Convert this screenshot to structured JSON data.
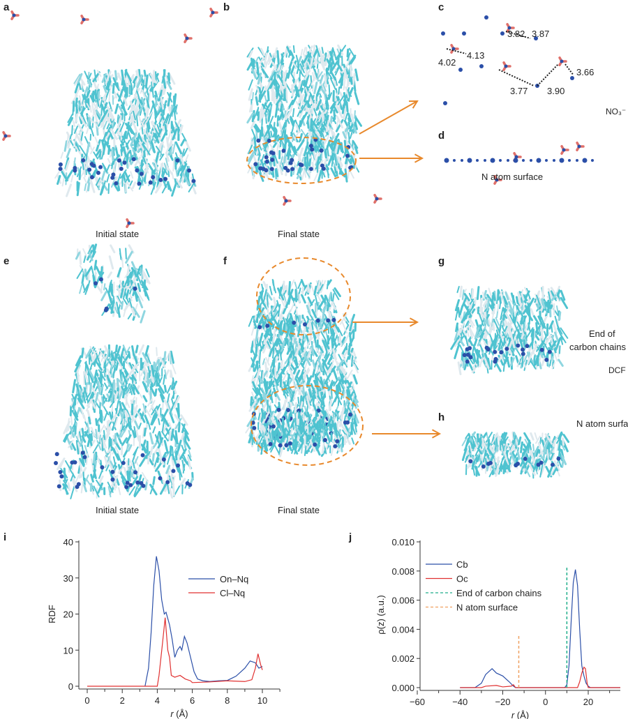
{
  "panels": {
    "a": "a",
    "b": "b",
    "c": "c",
    "d": "d",
    "e": "e",
    "f": "f",
    "g": "g",
    "h": "h",
    "i": "i",
    "j": "j"
  },
  "labels": {
    "initial_state_top": "Initial state",
    "final_state_top": "Final state",
    "initial_state_bottom": "Initial state",
    "final_state_bottom": "Final state",
    "d_label": "N atom surface",
    "no3": "NO₃⁻",
    "g_label_1": "End of",
    "g_label_2": "carbon chains",
    "dcf": "DCF",
    "h_label": "N atom surface"
  },
  "distances": [
    "3.82",
    "3.87",
    "4.02",
    "4.13",
    "3.66",
    "3.77",
    "3.90"
  ],
  "colors": {
    "orange": "#e8892c",
    "blue": "#2b4fa8",
    "red": "#e03030",
    "teal": "#1fae8a",
    "cyan": "#4fc3d0"
  },
  "chart_data": [
    {
      "type": "line",
      "panel": "i",
      "xlabel": "r (Å)",
      "ylabel": "RDF",
      "xlim": [
        0,
        11
      ],
      "ylim": [
        0,
        40
      ],
      "xticks": [
        "0",
        "2",
        "4",
        "6",
        "8",
        "10"
      ],
      "yticks": [
        "0",
        "10",
        "20",
        "30",
        "40"
      ],
      "legend": "top-right",
      "series": [
        {
          "name": "On–Nq",
          "color": "#2b4fa8",
          "points": [
            [
              3.3,
              0
            ],
            [
              3.5,
              5
            ],
            [
              3.65,
              15
            ],
            [
              3.8,
              28
            ],
            [
              3.95,
              36
            ],
            [
              4.1,
              32
            ],
            [
              4.25,
              24
            ],
            [
              4.4,
              20
            ],
            [
              4.5,
              20.5
            ],
            [
              4.7,
              17
            ],
            [
              4.85,
              13
            ],
            [
              5.0,
              8
            ],
            [
              5.15,
              10
            ],
            [
              5.3,
              11
            ],
            [
              5.4,
              10
            ],
            [
              5.55,
              13.8
            ],
            [
              5.7,
              12
            ],
            [
              5.9,
              8
            ],
            [
              6.1,
              4
            ],
            [
              6.3,
              2
            ],
            [
              6.6,
              1.5
            ],
            [
              7,
              1.3
            ],
            [
              7.5,
              1.5
            ],
            [
              8,
              1.6
            ],
            [
              8.5,
              2.8
            ],
            [
              9,
              5
            ],
            [
              9.3,
              7
            ],
            [
              9.6,
              6.5
            ],
            [
              9.8,
              5
            ],
            [
              10,
              5.5
            ]
          ]
        },
        {
          "name": "Cl–Nq",
          "color": "#e03030",
          "points": [
            [
              0,
              0
            ],
            [
              4.0,
              0
            ],
            [
              4.1,
              3
            ],
            [
              4.3,
              12
            ],
            [
              4.45,
              19
            ],
            [
              4.6,
              10
            ],
            [
              4.7,
              8
            ],
            [
              4.8,
              3
            ],
            [
              5,
              2.5
            ],
            [
              5.3,
              3
            ],
            [
              5.6,
              2
            ],
            [
              5.9,
              1.5
            ],
            [
              6,
              1
            ],
            [
              7,
              1.2
            ],
            [
              8,
              1.5
            ],
            [
              9,
              1.3
            ],
            [
              9.4,
              1.8
            ],
            [
              9.6,
              5
            ],
            [
              9.75,
              9
            ],
            [
              9.9,
              6
            ],
            [
              10,
              4.5
            ]
          ]
        }
      ]
    },
    {
      "type": "line",
      "panel": "j",
      "xlabel": "r (Å)",
      "ylabel": "ρ(z) (a.u.)",
      "xlim": [
        -60,
        35
      ],
      "ylim": [
        0,
        0.01
      ],
      "xticks": [
        "−60",
        "−40",
        "−20",
        "0",
        "20"
      ],
      "yticks": [
        "0.000",
        "0.002",
        "0.004",
        "0.006",
        "0.008",
        "0.010"
      ],
      "legend": "top-left",
      "series": [
        {
          "name": "Cb",
          "color": "#2b4fa8",
          "points": [
            [
              -40,
              0
            ],
            [
              -33,
              0
            ],
            [
              -30,
              0.0003
            ],
            [
              -28,
              0.0009
            ],
            [
              -25,
              0.0013
            ],
            [
              -23,
              0.001
            ],
            [
              -20,
              0.0008
            ],
            [
              -17,
              0.0004
            ],
            [
              -15,
              0.0001
            ],
            [
              -14,
              0
            ],
            [
              9,
              0
            ],
            [
              10,
              0.0002
            ],
            [
              11,
              0.0015
            ],
            [
              12,
              0.0045
            ],
            [
              13,
              0.0072
            ],
            [
              14,
              0.0081
            ],
            [
              15,
              0.007
            ],
            [
              16,
              0.004
            ],
            [
              17,
              0.0015
            ],
            [
              18,
              0.0008
            ],
            [
              19,
              0.0003
            ],
            [
              20,
              0.0001
            ],
            [
              21,
              0
            ],
            [
              35,
              0
            ]
          ]
        },
        {
          "name": "Oc",
          "color": "#e03030",
          "points": [
            [
              -40,
              0
            ],
            [
              -30,
              0
            ],
            [
              -28,
              0.0001
            ],
            [
              -23,
              0.00015
            ],
            [
              -20,
              5e-05
            ],
            [
              -16,
              0.0001
            ],
            [
              -15,
              0.0002
            ],
            [
              -14,
              0
            ],
            [
              15,
              0
            ],
            [
              16,
              0.0004
            ],
            [
              17,
              0.001
            ],
            [
              18,
              0.0014
            ],
            [
              18.7,
              0.0013
            ],
            [
              19.5,
              0.0003
            ],
            [
              20,
              0
            ],
            [
              35,
              0
            ]
          ]
        },
        {
          "name": "End of carbon chains",
          "color": "#1fae8a",
          "dashed": true,
          "points": [
            [
              10,
              0
            ],
            [
              10,
              0.0083
            ]
          ]
        },
        {
          "name": "N atom surface",
          "color": "#f0a060",
          "dashed": true,
          "points": [
            [
              -12.5,
              0
            ],
            [
              -12.5,
              0.0036
            ]
          ]
        }
      ]
    }
  ]
}
